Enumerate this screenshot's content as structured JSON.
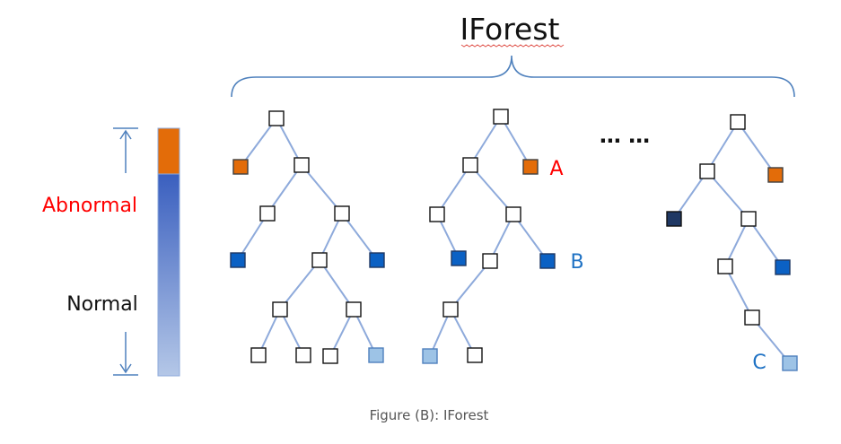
{
  "title": "IForest",
  "scale": {
    "abnormal_label": "Abnormal",
    "normal_label": "Normal",
    "abnormal_color": "#ff0000",
    "bar_top_color": "#e36c09",
    "bar_gradient": [
      "#3a5fbf",
      "#b4c7e7"
    ]
  },
  "ellipsis": "…  …",
  "markers": {
    "a": "A",
    "b": "B",
    "c": "C"
  },
  "caption": "Figure (B): IForest",
  "colors": {
    "edge": "#8eaadb",
    "orange": "#e36c09",
    "blue": "#0b61c4",
    "navy": "#1f3864",
    "light": "#9dc3e6",
    "leaf_label": "#1f72c4"
  },
  "trees": [
    {
      "nodes": [
        "white",
        "orange",
        "white",
        "white",
        "white",
        "blue",
        "white",
        "blue",
        "white",
        "white",
        "white",
        "white",
        "white",
        "light"
      ]
    },
    {
      "nodes": [
        "white",
        "white",
        "orange",
        "white",
        "white",
        "blue",
        "white",
        "blue",
        "white",
        "light",
        "white"
      ]
    },
    {
      "nodes": [
        "white",
        "white",
        "orange",
        "navy",
        "white",
        "white",
        "blue",
        "white",
        "light"
      ]
    }
  ]
}
